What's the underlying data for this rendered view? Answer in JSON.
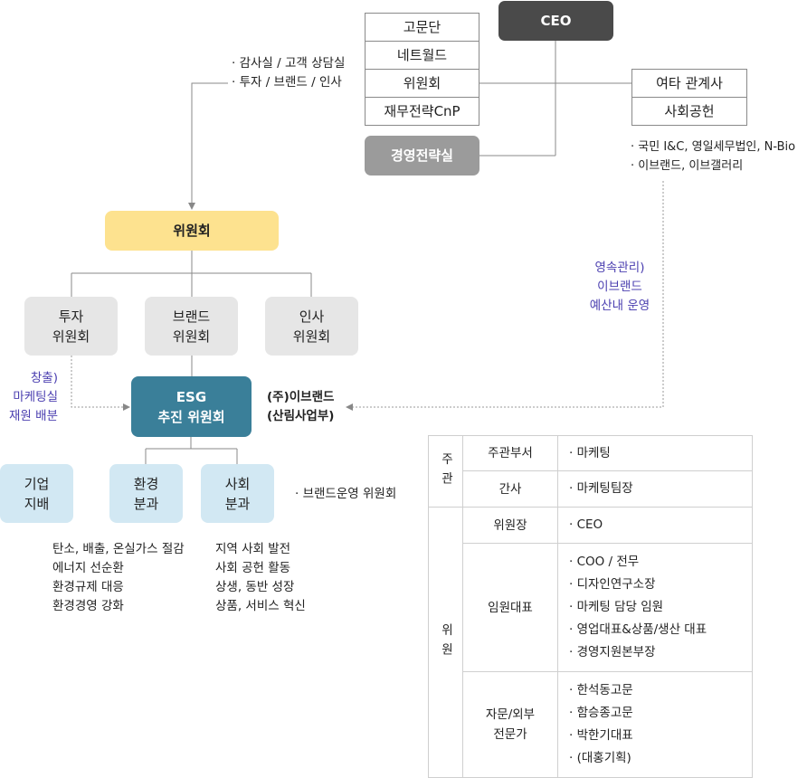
{
  "top": {
    "ceo": "CEO",
    "advisors": [
      "고문단",
      "네트월드",
      "위원회",
      "재무전략CnP"
    ],
    "strategy_office": "경영전략실",
    "affiliates": [
      "여타 관계사",
      "사회공헌"
    ],
    "affiliate_notes": "· 국민 I&C, 영일세무법인, N-Bio\n· 이브랜드, 이브갤러리",
    "left_notes": "· 감사실 / 고객 상담실\n· 투자 / 브랜드 / 인사"
  },
  "committee": {
    "main": "위원회",
    "subs": [
      "투자\n위원회",
      "브랜드\n위원회",
      "인사\n위원회"
    ]
  },
  "esg": {
    "main": "ESG\n추진 위원회",
    "left_note": "창출)\n마케팅실\n재원 배분",
    "right_note": "(주)이브랜드\n(산림사업부)",
    "mid_note": "영속관리)\n이브랜드\n예산내 운영",
    "divisions": [
      "기업\n지배",
      "환경\n분과",
      "사회\n분과"
    ],
    "brand_committee": "· 브랜드운영 위원회",
    "env_tasks": "탄소, 배출, 온실가스 절감\n에너지 선순환\n환경규제 대응\n환경경영 강화",
    "social_tasks": "지역 사회 발전\n사회 공헌 활동\n상생, 동반 성장\n상품, 서비스 혁신"
  },
  "table": {
    "group_main": "주관",
    "group_member": "위원",
    "rows": [
      {
        "role": "주관부서",
        "items": "· 마케팅"
      },
      {
        "role": "간사",
        "items": "· 마케팅팀장"
      },
      {
        "role": "위원장",
        "items": "· CEO"
      },
      {
        "role": "임원대표",
        "items": "· COO / 전무\n· 디자인연구소장\n· 마케팅 담당 임원\n· 영업대표&상품/생산 대표\n· 경영지원본부장"
      },
      {
        "role": "자문/외부\n전문가",
        "items": "· 한석동고문\n· 함승종고문\n· 박한기대표\n· (대홍기획)"
      }
    ]
  },
  "colors": {
    "ceo": "#4a4a4a",
    "strategy": "#9b9b9b",
    "committee": "#fde28f",
    "esg": "#3a7f99",
    "division": "#d2e8f3",
    "note_text": "#4b3fb0"
  }
}
